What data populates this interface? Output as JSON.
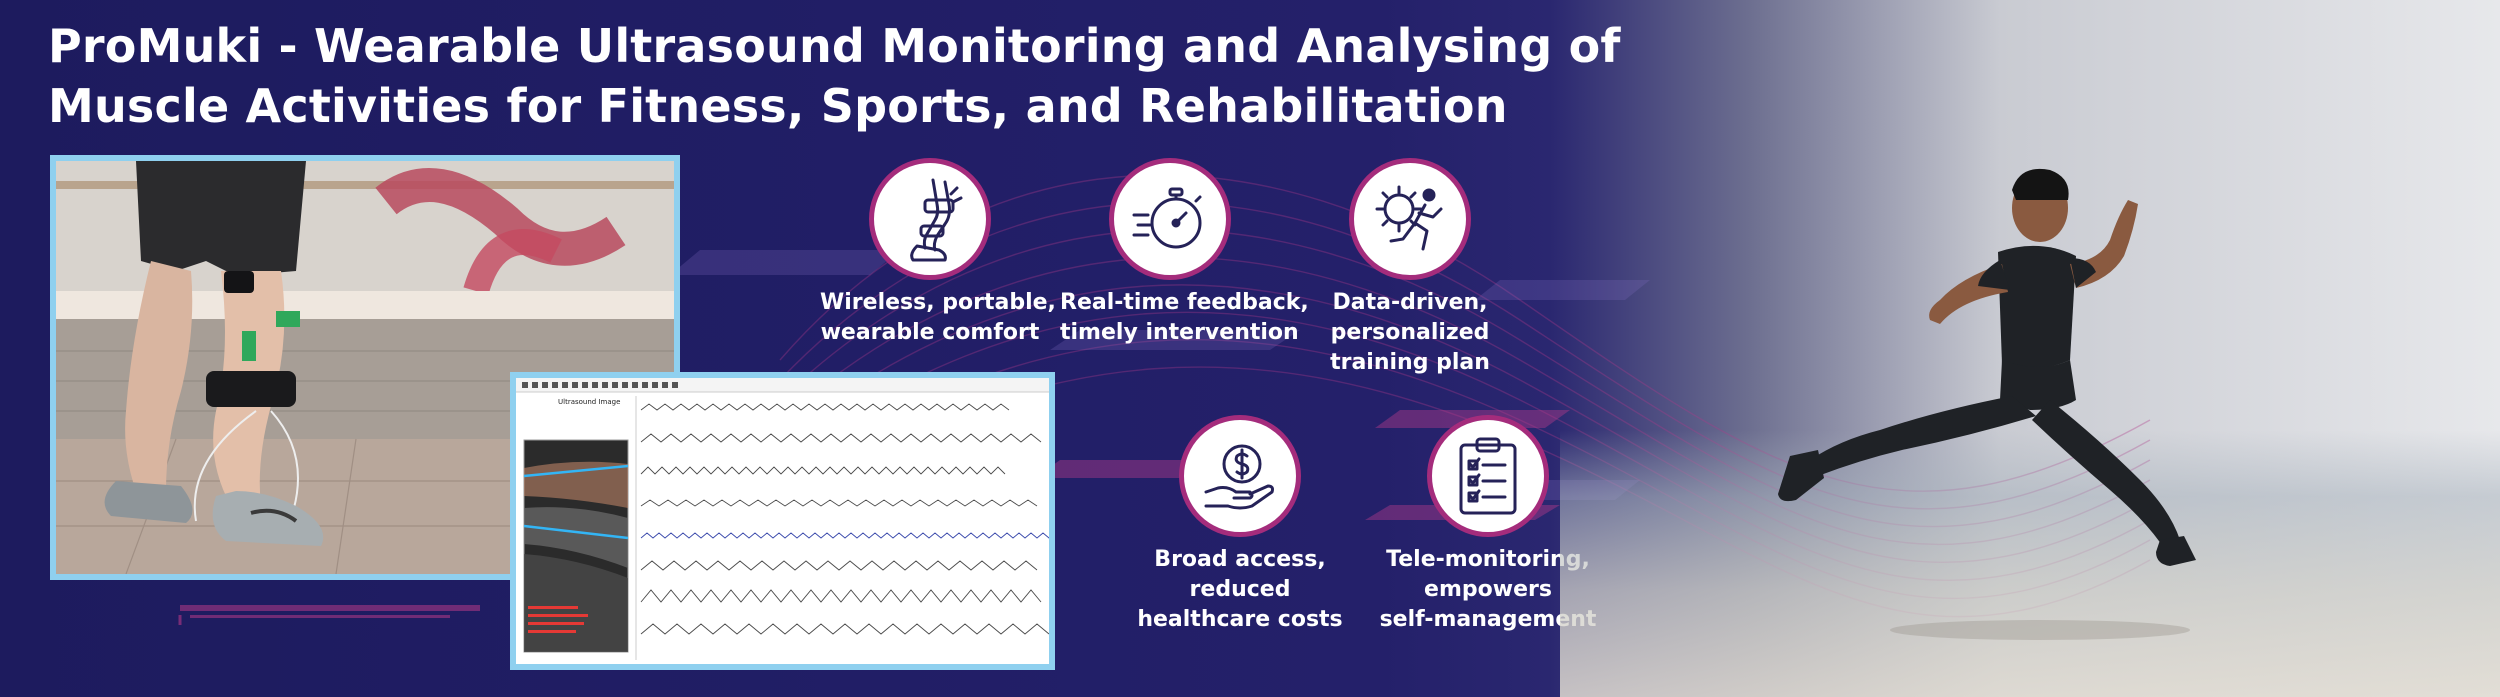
{
  "title": {
    "line1": "ProMuki - Wearable Ultrasound Monitoring and Analysing of",
    "line2": "Muscle Activities for Fitness, Sports, and Rehabilitation"
  },
  "software": {
    "panel_title": "Ultrasound Image"
  },
  "features": [
    {
      "icon": "knee-sensor-icon",
      "line1": "Wireless, portable,",
      "line2": "wearable comfort"
    },
    {
      "icon": "stopwatch-icon",
      "line1": "Real-time feedback,",
      "line2": "timely intervention"
    },
    {
      "icon": "gear-runner-icon",
      "line1": "Data-driven,",
      "line2": "personalized",
      "line3": "training plan"
    },
    {
      "icon": "dollar-hand-icon",
      "line1": "Broad access,",
      "line2": "reduced",
      "line3": "healthcare costs"
    },
    {
      "icon": "clipboard-checklist-icon",
      "line1": "Tele-monitoring,",
      "line2": "empowers",
      "line3": "self-management"
    }
  ],
  "colors": {
    "background": "#1d1b5e",
    "icon_ring": "#a42c7c",
    "frame": "#8fd0ef",
    "accent_pink": "#c23b8a",
    "text": "#ffffff"
  }
}
